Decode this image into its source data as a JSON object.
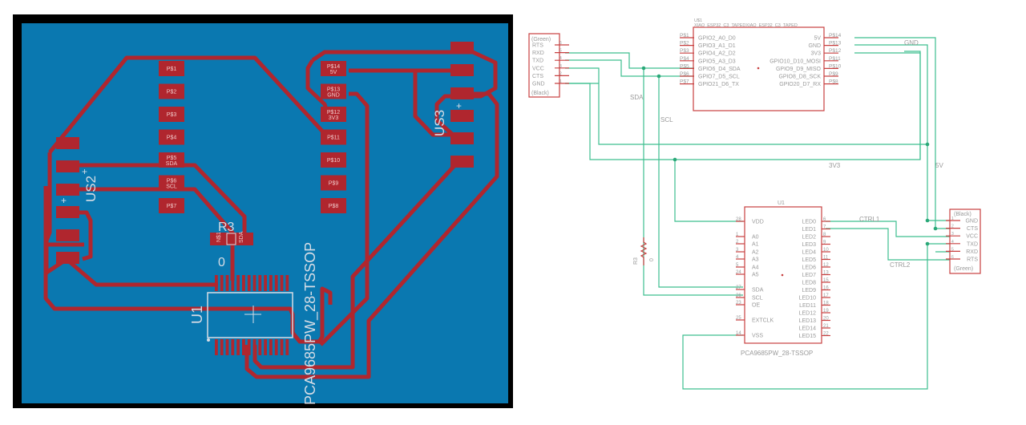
{
  "pcb": {
    "colors": {
      "frame": "#000000",
      "board": "#0a78b0",
      "copper": "#b0262e",
      "silk": "#d7dde6"
    },
    "xiao_pads_left": [
      {
        "name": "P$1",
        "sub": ""
      },
      {
        "name": "P$2",
        "sub": ""
      },
      {
        "name": "P$3",
        "sub": ""
      },
      {
        "name": "P$4",
        "sub": ""
      },
      {
        "name": "P$5",
        "sub": "SDA"
      },
      {
        "name": "P$6",
        "sub": "SCL"
      },
      {
        "name": "P$7",
        "sub": ""
      }
    ],
    "xiao_pads_right": [
      {
        "name": "P$14",
        "sub": "5V"
      },
      {
        "name": "P$13",
        "sub": "GND"
      },
      {
        "name": "P$12",
        "sub": "3V3"
      },
      {
        "name": "P$11",
        "sub": ""
      },
      {
        "name": "P$10",
        "sub": ""
      },
      {
        "name": "P$9",
        "sub": ""
      },
      {
        "name": "P$8",
        "sub": ""
      }
    ],
    "labels": {
      "us2": "US2",
      "us3": "US3",
      "r3": "R3",
      "r3_value": "0",
      "u1": "U1",
      "u1_package": "PCA9685PW_28-TSSOP",
      "r3_pad1": "N$1",
      "r3_pad2": "SDA"
    }
  },
  "schematic": {
    "colors": {
      "wire": "#3dbf8f",
      "part": "#c84040",
      "text": "#9a9a9a"
    },
    "header_left": {
      "top_label": "(Green)",
      "bottom_label": "(Black)",
      "pins": [
        {
          "name": "RTS",
          "num": "6"
        },
        {
          "name": "RXD",
          "num": "5"
        },
        {
          "name": "TXD",
          "num": "4"
        },
        {
          "name": "VCC",
          "num": "3"
        },
        {
          "name": "CTS",
          "num": "2"
        },
        {
          "name": "GND",
          "num": "1"
        }
      ]
    },
    "header_right": {
      "top_label": "(Black)",
      "bottom_label": "(Green)",
      "pins": [
        {
          "name": "GND",
          "num": "1"
        },
        {
          "name": "CTS",
          "num": "2"
        },
        {
          "name": "VCC",
          "num": "3"
        },
        {
          "name": "TXD",
          "num": "4"
        },
        {
          "name": "RXD",
          "num": "5"
        },
        {
          "name": "RTS",
          "num": "6"
        }
      ]
    },
    "xiao": {
      "ref": "U$1",
      "part": "XIAO_ESP32_C3_TAPEDXIAO_ESP32_C3_TAPED",
      "left_pins": [
        {
          "pad": "P$1",
          "name": "GPIO2_A0_D0"
        },
        {
          "pad": "P$2",
          "name": "GPIO3_A1_D1"
        },
        {
          "pad": "P$3",
          "name": "GPIO4_A2_D2"
        },
        {
          "pad": "P$4",
          "name": "GPIO5_A3_D3"
        },
        {
          "pad": "P$5",
          "name": "GPIO6_D4_SDA"
        },
        {
          "pad": "P$6",
          "name": "GPIO7_D5_SCL"
        },
        {
          "pad": "P$7",
          "name": "GPIO21_D6_TX"
        }
      ],
      "right_pins": [
        {
          "pad": "P$14",
          "name": "5V"
        },
        {
          "pad": "P$13",
          "name": "GND"
        },
        {
          "pad": "P$12",
          "name": "3V3"
        },
        {
          "pad": "P$11",
          "name": "GPIO10_D10_MOSI"
        },
        {
          "pad": "P$10",
          "name": "GPIO9_D9_MISO"
        },
        {
          "pad": "P$9",
          "name": "GPIO8_D8_SCK"
        },
        {
          "pad": "P$8",
          "name": "GPIO20_D7_RX"
        }
      ]
    },
    "pca": {
      "ref": "U1",
      "part": "PCA9685PW_28-TSSOP",
      "left_pins": [
        {
          "num": "28",
          "name": "VDD"
        },
        {
          "num": "1",
          "name": "A0"
        },
        {
          "num": "2",
          "name": "A1"
        },
        {
          "num": "3",
          "name": "A2"
        },
        {
          "num": "4",
          "name": "A3"
        },
        {
          "num": "5",
          "name": "A4"
        },
        {
          "num": "24",
          "name": "A5"
        },
        {
          "num": "27",
          "name": "SDA"
        },
        {
          "num": "26",
          "name": "SCL"
        },
        {
          "num": "23",
          "name": "OE"
        },
        {
          "num": "25",
          "name": "EXTCLK"
        },
        {
          "num": "14",
          "name": "VSS"
        }
      ],
      "right_pins": [
        {
          "num": "6",
          "name": "LED0"
        },
        {
          "num": "7",
          "name": "LED1"
        },
        {
          "num": "8",
          "name": "LED2"
        },
        {
          "num": "9",
          "name": "LED3"
        },
        {
          "num": "10",
          "name": "LED4"
        },
        {
          "num": "11",
          "name": "LED5"
        },
        {
          "num": "12",
          "name": "LED6"
        },
        {
          "num": "13",
          "name": "LED7"
        },
        {
          "num": "15",
          "name": "LED8"
        },
        {
          "num": "16",
          "name": "LED9"
        },
        {
          "num": "17",
          "name": "LED10"
        },
        {
          "num": "18",
          "name": "LED11"
        },
        {
          "num": "19",
          "name": "LED12"
        },
        {
          "num": "20",
          "name": "LED13"
        },
        {
          "num": "21",
          "name": "LED14"
        },
        {
          "num": "22",
          "name": "LED15"
        }
      ]
    },
    "resistor": {
      "ref": "R3",
      "value": "0"
    },
    "net_labels": {
      "sda": "SDA",
      "scl": "SCL",
      "gnd": "GND",
      "v3": "3V3",
      "v5": "5V",
      "ctrl1": "CTRL1",
      "ctrl2": "CTRL2"
    }
  }
}
